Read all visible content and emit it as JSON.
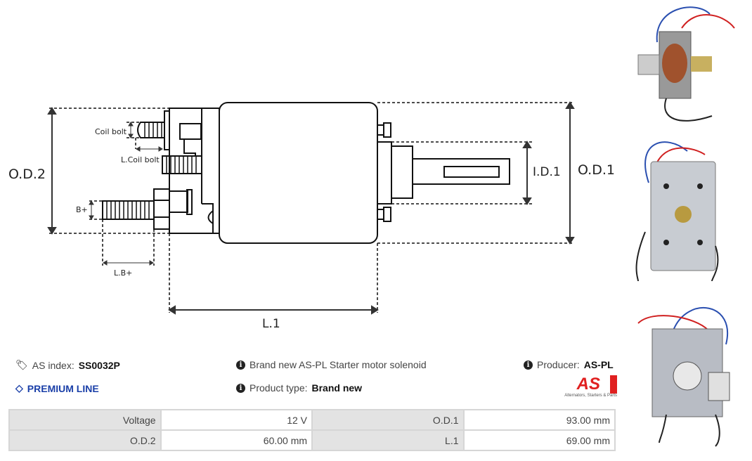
{
  "diagram": {
    "labels": {
      "od2": "O.D.2",
      "od1": "O.D.1",
      "id1": "I.D.1",
      "l1": "L.1",
      "coil_bolt": "Coil bolt",
      "l_coil_bolt": "L.Coil bolt",
      "b_plus": "B+",
      "l_b_plus": "L.B+"
    }
  },
  "info": {
    "as_index_label": "AS index:",
    "as_index_value": "SS0032P",
    "premium": "PREMIUM LINE",
    "description": "Brand new AS-PL Starter motor solenoid",
    "product_type_label": "Product type:",
    "product_type_value": "Brand new",
    "producer_label": "Producer:",
    "producer_value": "AS-PL",
    "logo_text": "AS",
    "logo_tagline": "Alternators, Starters & Parts"
  },
  "specs": [
    [
      {
        "label": "Voltage",
        "value": "12 V"
      },
      {
        "label": "O.D.1",
        "value": "93.00 mm"
      }
    ],
    [
      {
        "label": "O.D.2",
        "value": "60.00 mm"
      },
      {
        "label": "L.1",
        "value": "69.00 mm"
      }
    ]
  ],
  "colors": {
    "premium": "#1a3fa8",
    "logo_red": "#e02020"
  }
}
